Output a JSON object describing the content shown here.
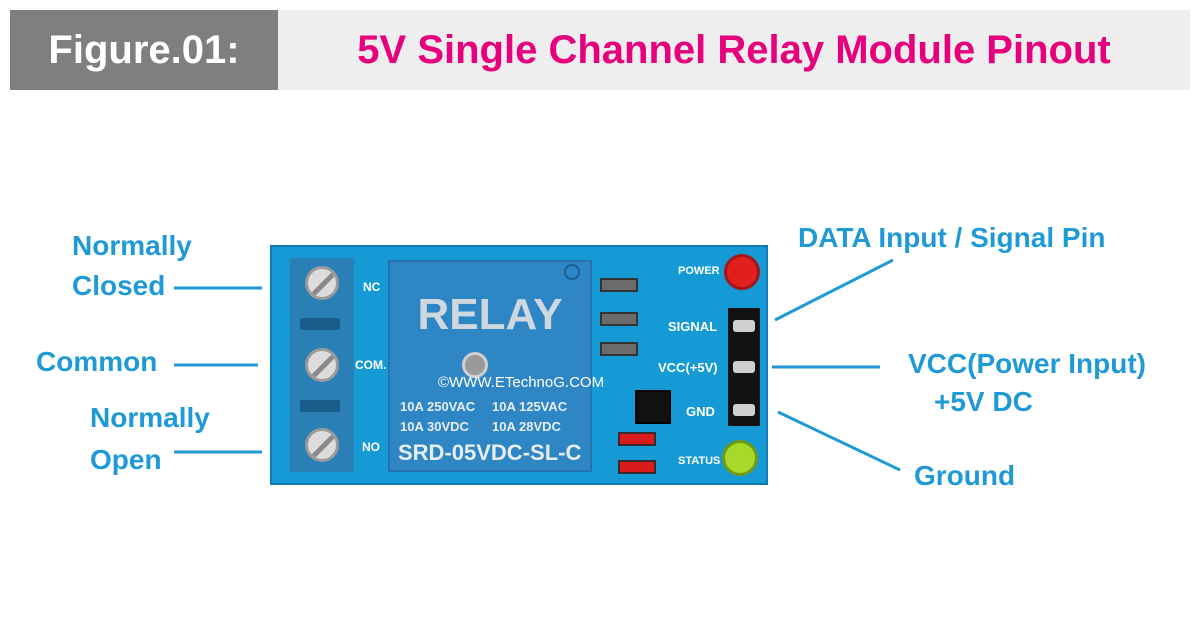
{
  "header": {
    "figure_label": "Figure.01:",
    "title": "5V Single Channel Relay Module Pinout"
  },
  "left_labels": {
    "normally_closed": [
      "Normally",
      "Closed"
    ],
    "common": "Common",
    "normally_open": [
      "Normally",
      "Open"
    ]
  },
  "right_labels": {
    "data_input": "DATA Input / Signal Pin",
    "vcc": [
      "VCC(Power Input)",
      "+5V DC"
    ],
    "ground": "Ground"
  },
  "board": {
    "terminal_pins": [
      "NC",
      "COM.",
      "NO"
    ],
    "relay_title": "RELAY",
    "specs": [
      "10A 250VAC",
      "10A 125VAC",
      "10A 30VDC",
      "10A 28VDC"
    ],
    "model": "SRD-05VDC-SL-C",
    "watermark": "©WWW.ETechnoG.COM",
    "header_pins": [
      "SIGNAL",
      "VCC(+5V)",
      "GND"
    ],
    "power_led": "POWER",
    "status_led": "STATUS"
  },
  "colors": {
    "title": "#e6007e",
    "label": "#1f9ad6",
    "board": "#169ad6",
    "power_led": "#e21f1f",
    "status_led": "#a6d92a"
  }
}
